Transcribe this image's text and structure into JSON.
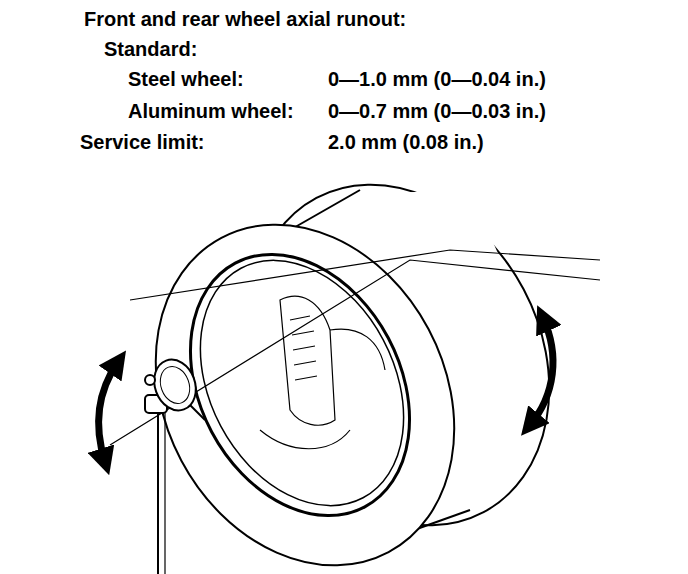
{
  "diagram": {
    "title": "Front and rear wheel axial runout:",
    "labels": [
      "Standard:",
      "Steel wheel:",
      "0—1.0 mm (0—0.04 in.)",
      "Aluminum wheel:",
      "0—0.7 mm (0—0.03 in.)",
      "Service limit:",
      "2.0 mm (0.08 in.)"
    ]
  }
}
